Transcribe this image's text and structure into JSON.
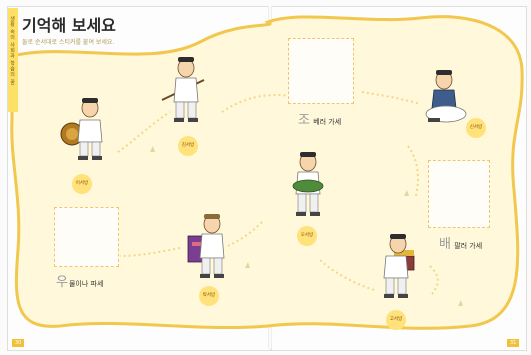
{
  "page": {
    "title": "기억해 보세요",
    "subtitle": "둘로 순서대로 스티커를 붙여 보세요.",
    "side_tab": "생활 속의 사회과 학습의 꿈",
    "left_page_number": "30",
    "right_page_number": "31"
  },
  "characters": [
    {
      "badge": "이서방"
    },
    {
      "badge": "김서방"
    },
    {
      "badge": "박서방"
    },
    {
      "badge": "오서방"
    },
    {
      "badge": "신서방"
    },
    {
      "badge": "고서방"
    }
  ],
  "labels": {
    "left_box": {
      "initial": "우",
      "text": "물이나 파세"
    },
    "right_top_box": {
      "initial": "조",
      "text": " 베러 가세"
    },
    "right_bottom_box": {
      "initial": "배",
      "text": " 팔러 가세"
    }
  },
  "colors": {
    "accent": "#f2c56b",
    "path_fill": "#fff5cf",
    "badge": "#ffe27a",
    "page_tab": "#ffe066"
  }
}
